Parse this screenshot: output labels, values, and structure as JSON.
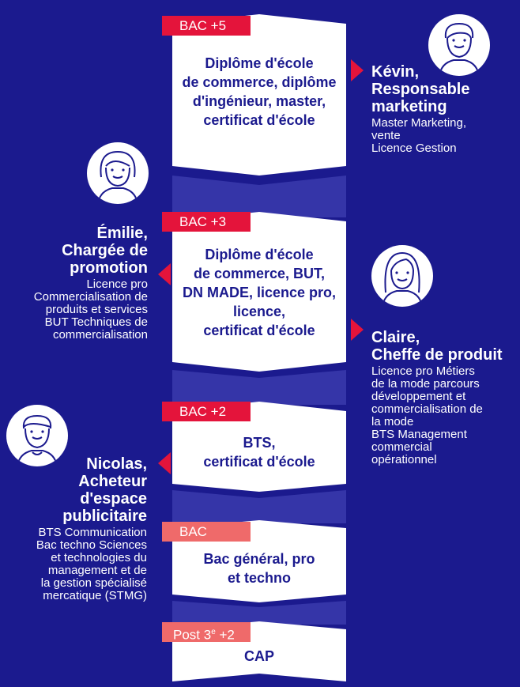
{
  "levels": [
    {
      "tag": "BAC +5",
      "text_lines": [
        "Diplôme d'école",
        "de commerce, diplôme",
        "d'ingénieur, master,",
        "certificat d'école"
      ]
    },
    {
      "tag": "BAC +3",
      "text_lines": [
        "Diplôme d'école",
        "de commerce, BUT,",
        "DN MADE, licence pro,",
        "licence,",
        "certificat d'école"
      ]
    },
    {
      "tag": "BAC +2",
      "text_lines": [
        "BTS,",
        "certificat d'école"
      ]
    },
    {
      "tag": "BAC",
      "text_lines": [
        "Bac général, pro",
        "et techno"
      ]
    },
    {
      "tag_main": "Post 3",
      "tag_sup": "e",
      "tag_end": " +2",
      "text_lines": [
        "CAP"
      ]
    }
  ],
  "personas": {
    "kevin": {
      "name_lines": [
        "Kévin,",
        "Responsable",
        "marketing"
      ],
      "desc_lines": [
        "Master Marketing,",
        "vente",
        "Licence Gestion"
      ]
    },
    "emilie": {
      "name_lines": [
        "Émilie,",
        "Chargée de",
        "promotion"
      ],
      "desc_lines": [
        "Licence pro",
        "Commercialisation de",
        "produits et services",
        "BUT Techniques de",
        "commercialisation"
      ]
    },
    "claire": {
      "name_lines": [
        "Claire,",
        "Cheffe de produit"
      ],
      "desc_lines": [
        "Licence pro Métiers",
        "de la mode parcours",
        "développement et",
        "commercialisation de",
        "la mode",
        "BTS Management",
        "commercial",
        "opérationnel"
      ]
    },
    "nicolas": {
      "name_lines": [
        "Nicolas,",
        "Acheteur",
        "d'espace",
        "publicitaire"
      ],
      "desc_lines": [
        "BTS Communication",
        "Bac techno Sciences",
        "et technologies du",
        "management et de",
        "la gestion spécialisé",
        "mercatique (STMG)"
      ]
    }
  },
  "colors": {
    "background": "#1b1a8e",
    "ladder": "#ffffff",
    "ladder_gap": "#3535a8",
    "tag_dark": "#e4143b",
    "tag_light": "#ef6a6a"
  },
  "icons": [
    "person-avatar-icon",
    "pointer-arrow-icon"
  ]
}
